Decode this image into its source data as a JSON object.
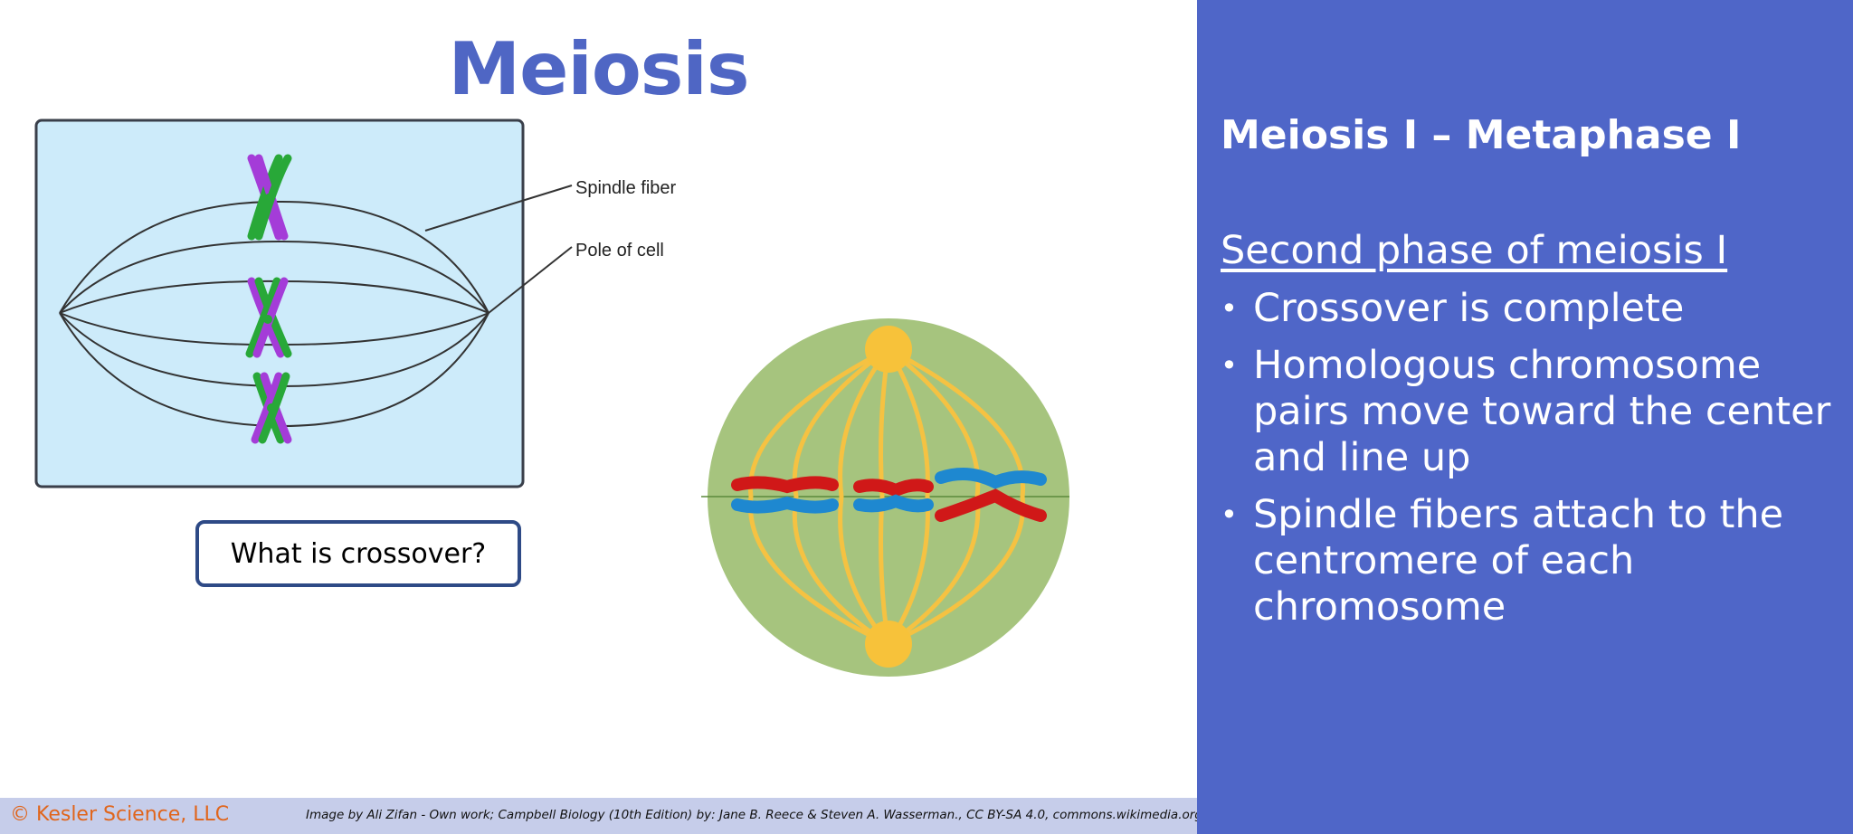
{
  "slide": {
    "title": "Meiosis",
    "question": "What is crossover?",
    "diagram_labels": {
      "spindle_fiber": "Spindle fiber",
      "pole_of_cell": "Pole of cell"
    },
    "footer": {
      "copyright": "© Kesler Science, LLC",
      "credit": "Image by Ali Zifan - Own work; Campbell Biology (10th Edition) by: Jane B. Reece & Steven A. Wasserman., CC BY-SA 4.0, commons.wikimedia.org/"
    }
  },
  "panel": {
    "title": "Meiosis I – Metaphase I",
    "subheading": "Second phase of meiosis I",
    "bullets": [
      "Crossover is complete",
      "Homologous chromosome pairs move toward the center and line up",
      "Spindle fibers attach to the centromere of each chromosome"
    ]
  },
  "colors": {
    "title": "#4f66c4",
    "panel_bg": "#4f66c8",
    "footer_bg": "#c6cdea",
    "copyright": "#e0651c",
    "cell_bg_light_blue": "#cdebfa",
    "cell_bg_green": "#a6c47e",
    "spindle_yellow": "#f5c242",
    "chromosome_purple": "#a43cd8",
    "chromosome_green": "#28a838",
    "chromosome_red": "#d01818",
    "chromosome_blue": "#1e88d0"
  }
}
